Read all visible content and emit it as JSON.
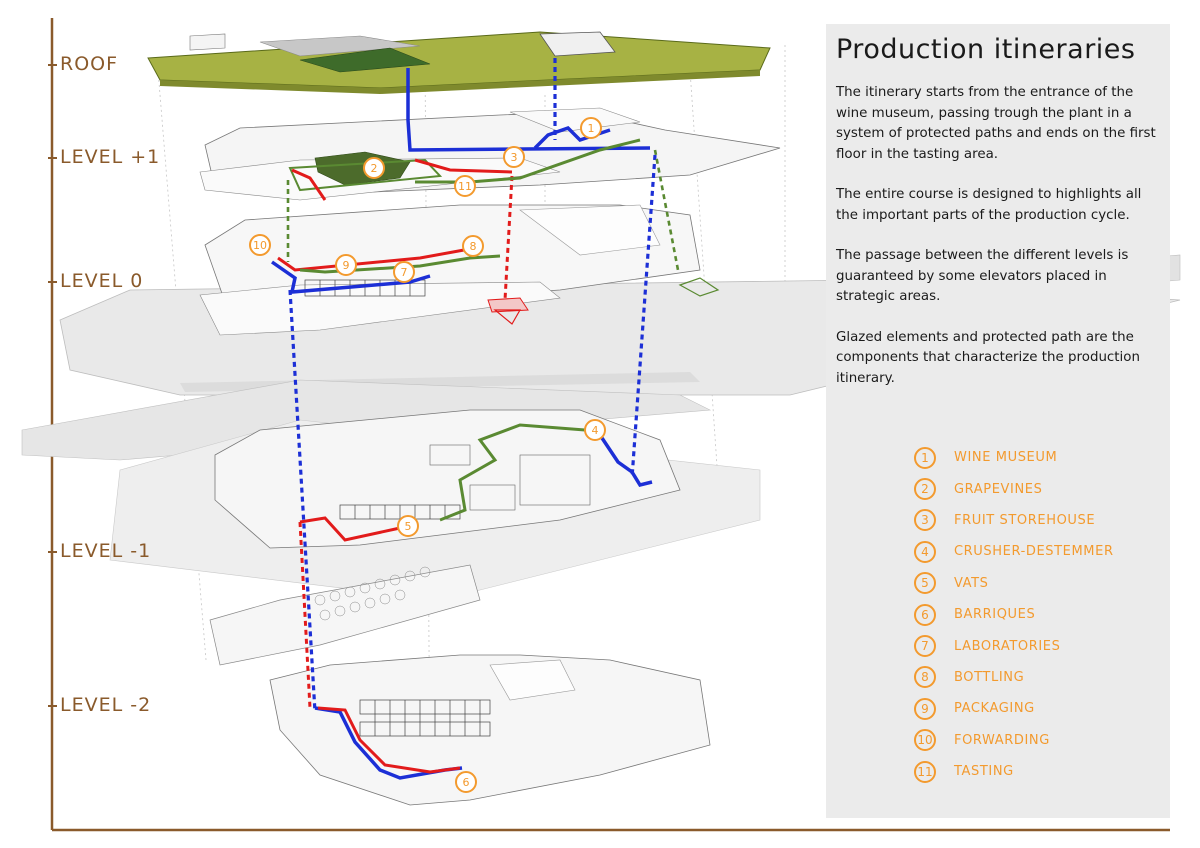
{
  "levels": [
    {
      "id": "roof",
      "label": "ROOF"
    },
    {
      "id": "level-plus-1",
      "label": "LEVEL +1"
    },
    {
      "id": "level-0",
      "label": "LEVEL 0"
    },
    {
      "id": "level-minus-1",
      "label": "LEVEL -1"
    },
    {
      "id": "level-minus-2",
      "label": "LEVEL -2"
    }
  ],
  "panel": {
    "title": "Production itineraries",
    "paragraphs": [
      "The itinerary starts from the entrance of the wine museum, passing trough the plant in a system of protected paths and ends on the first floor in the tasting area.",
      "The entire course is designed to highlights all the important parts of the production cycle.",
      "The passage between the different levels is guaranteed by some elevators placed in strategic areas.",
      "Glazed elements and protected path are the components that characterize the production itinerary."
    ]
  },
  "legend": [
    {
      "num": "1",
      "label": "WINE MUSEUM"
    },
    {
      "num": "2",
      "label": "GRAPEVINES"
    },
    {
      "num": "3",
      "label": "FRUIT STOREHOUSE"
    },
    {
      "num": "4",
      "label": "CRUSHER-DESTEMMER"
    },
    {
      "num": "5",
      "label": "VATS"
    },
    {
      "num": "6",
      "label": "BARRIQUES"
    },
    {
      "num": "7",
      "label": "LABORATORIES"
    },
    {
      "num": "8",
      "label": "BOTTLING"
    },
    {
      "num": "9",
      "label": "PACKAGING"
    },
    {
      "num": "10",
      "label": "FORWARDING"
    },
    {
      "num": "11",
      "label": "TASTING"
    }
  ],
  "colors": {
    "axis": "#8a5a2b",
    "marker": "#f39a2e",
    "path_blue": "#1c2fd6",
    "path_red": "#e21b1b",
    "path_green": "#5a8a32",
    "roof_green": "#a7b244",
    "panel_bg": "#ebebeb"
  }
}
